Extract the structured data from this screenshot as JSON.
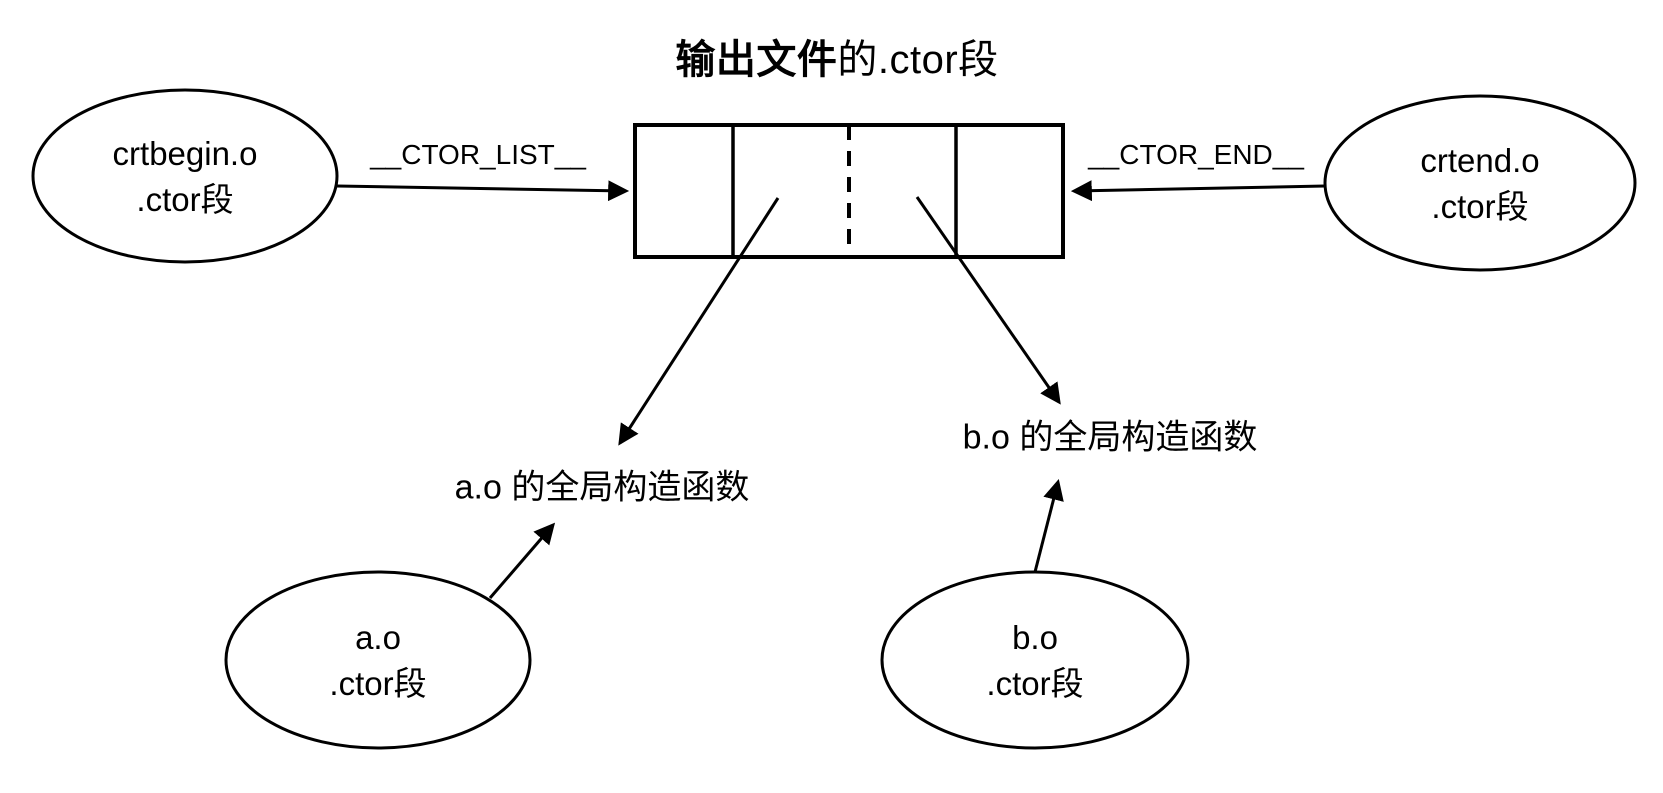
{
  "title": {
    "bold": "输出文件",
    "rest": "的.ctor段"
  },
  "nodes": {
    "crtbegin": {
      "line1": "crtbegin.o",
      "line2": ".ctor段"
    },
    "crtend": {
      "line1": "crtend.o",
      "line2": ".ctor段"
    },
    "ao": {
      "line1": "a.o",
      "line2": ".ctor段"
    },
    "bo": {
      "line1": "b.o",
      "line2": ".ctor段"
    }
  },
  "labels": {
    "ctor_list": "__CTOR_LIST__",
    "ctor_end": "__CTOR_END__",
    "ao_func": "a.o 的全局构造函数",
    "bo_func": "b.o 的全局构造函数"
  },
  "colors": {
    "stroke": "#000000",
    "background": "#ffffff"
  }
}
